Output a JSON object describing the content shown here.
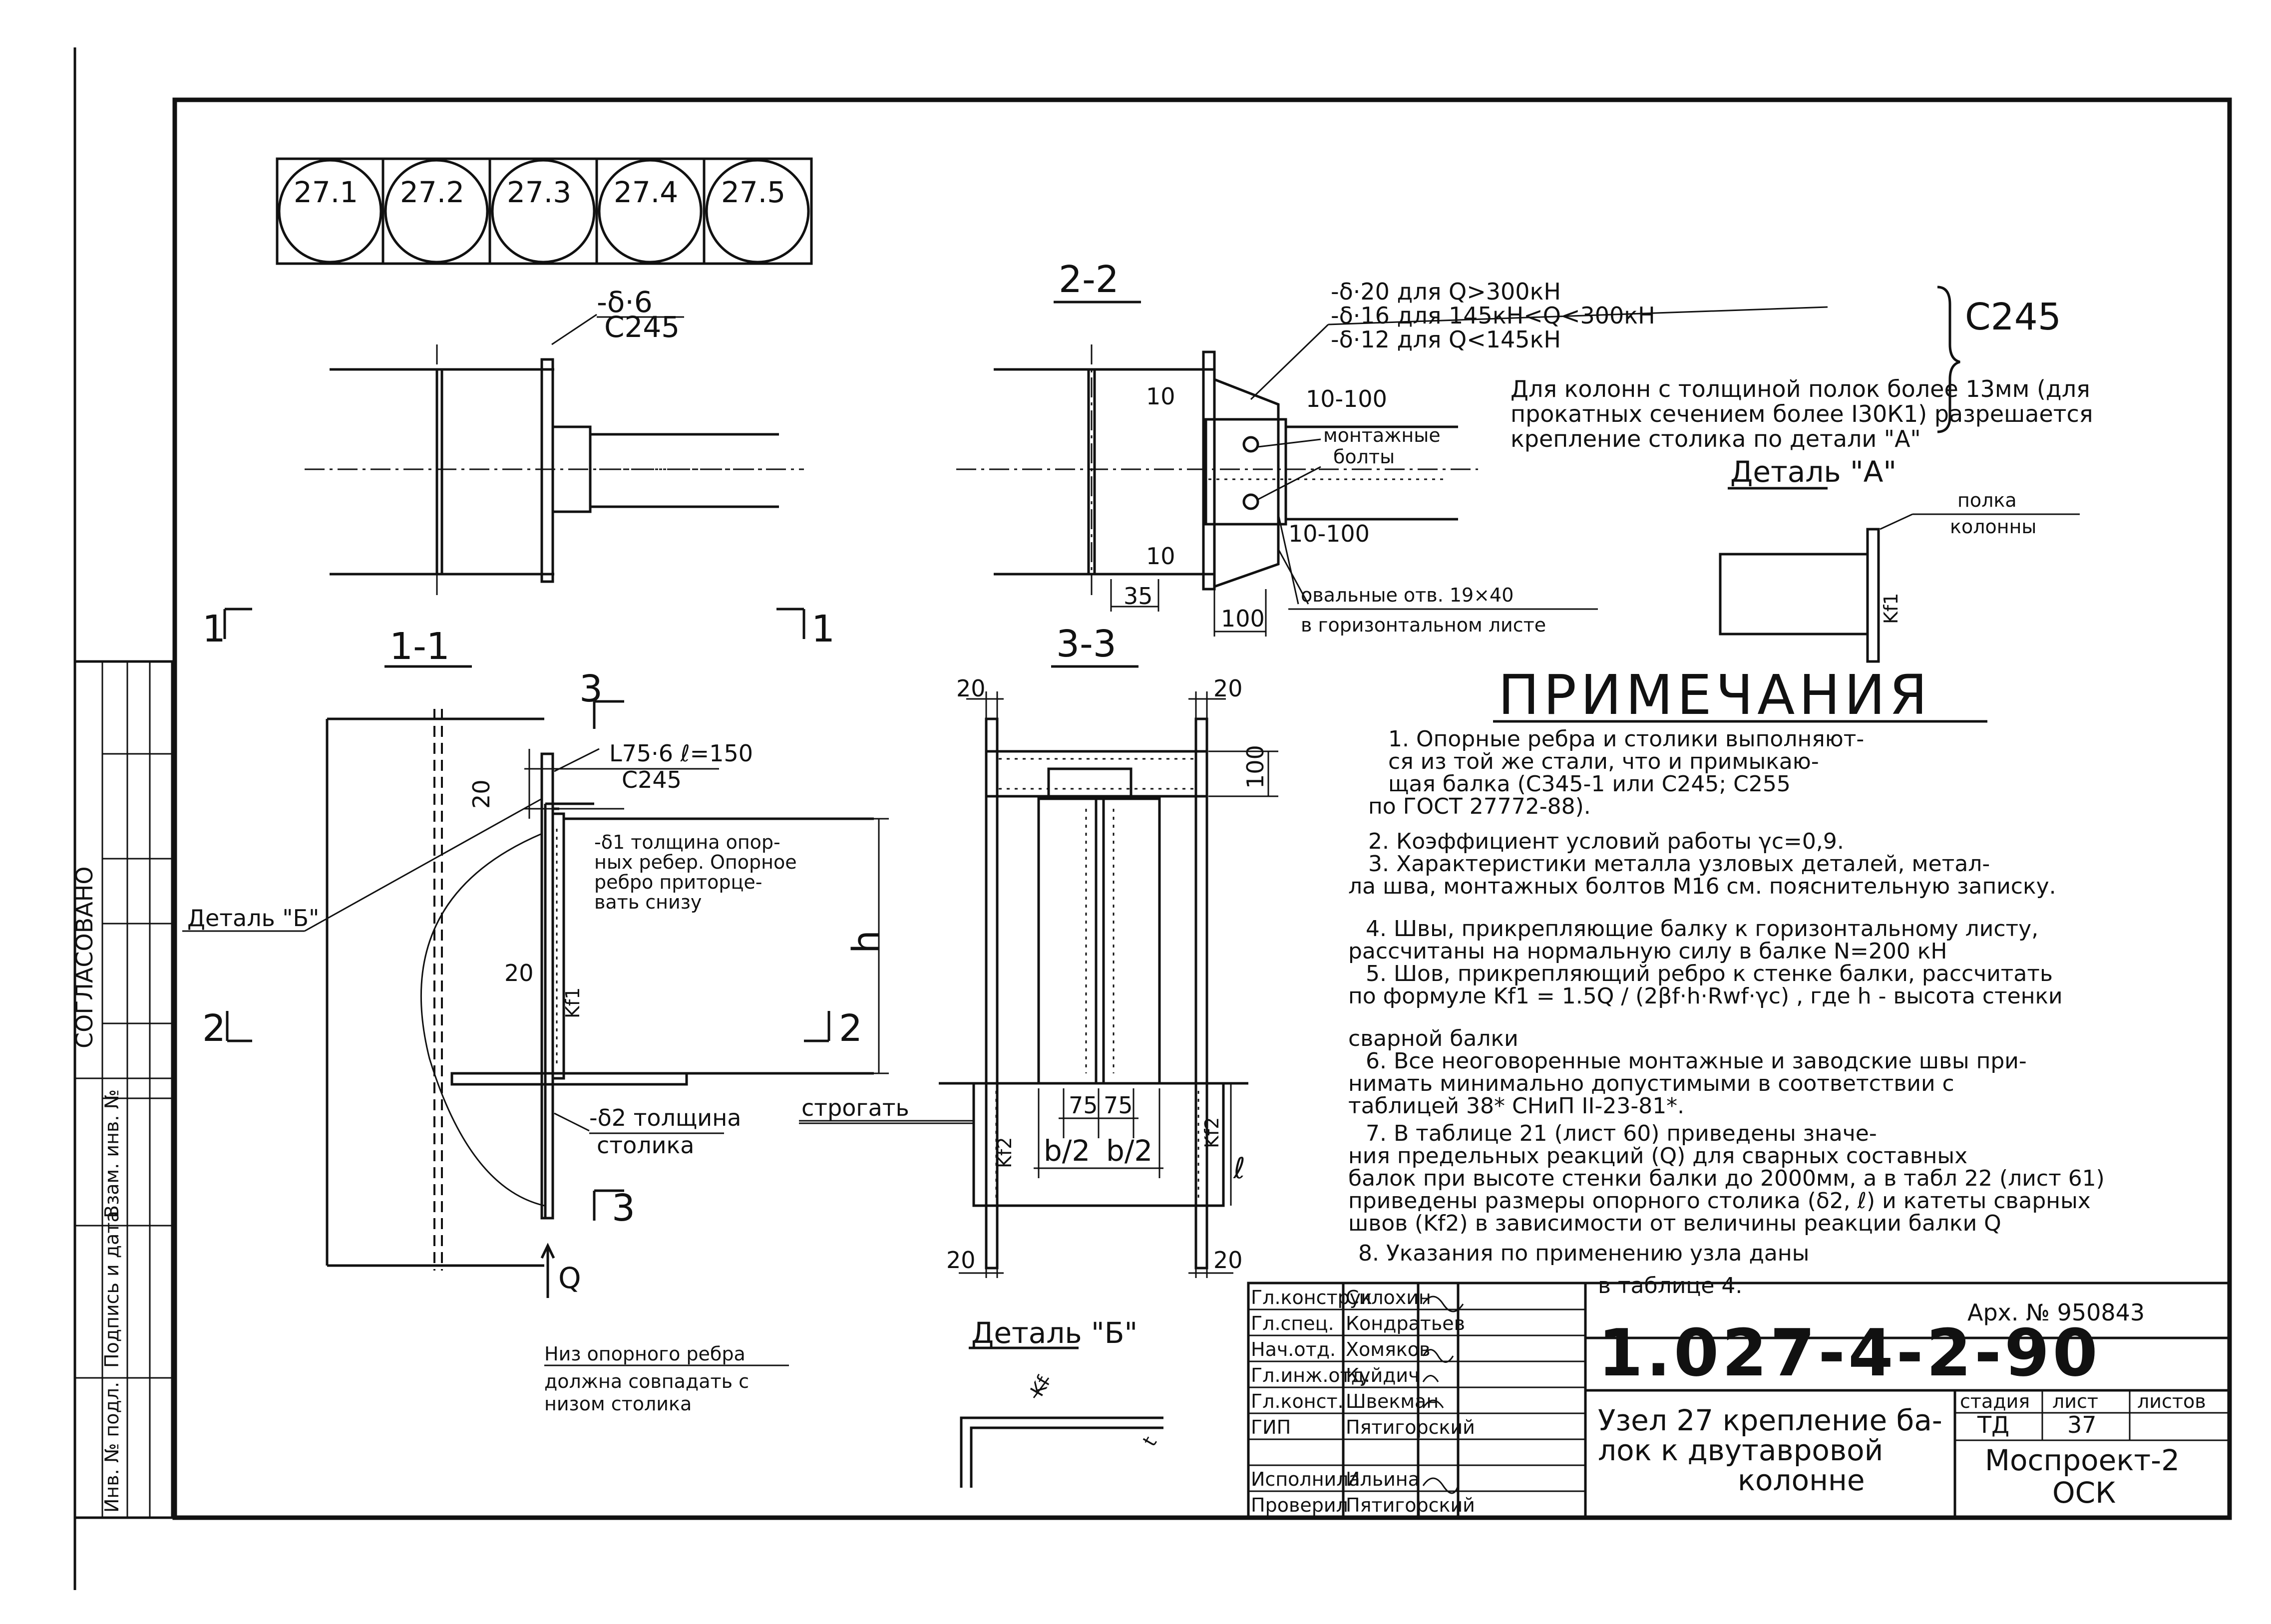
{
  "top_boxes": [
    "27.1",
    "27.2",
    "27.3",
    "27.4",
    "27.5"
  ],
  "view11": {
    "label": "1-1",
    "cut_left": "1",
    "cut_right": "1",
    "plate_1": "-δ·6",
    "plate_2": "С245"
  },
  "view22": {
    "label": "2-2",
    "d1": "-δ·20 для Q>300кН",
    "d2": "-δ·16 для 145кН<Q<300кН",
    "d3": "-δ·12 для Q<145кН",
    "steel": "С245",
    "t10a": "10",
    "t10b": "10",
    "t10_100a": "10-100",
    "t10_100b": "10-100",
    "bolts_1": "монтажные",
    "bolts_2": "болты",
    "oval_1": "овальные отв. 19×40",
    "oval_2": "в горизонтальном листе",
    "dim35": "35",
    "dim100": "100"
  },
  "detailA": {
    "text_1": "Для колонн с толщиной полок более 13мм (для",
    "text_2": "прокатных сечением более I30К1) разрешается",
    "text_3": "крепление столика по детали \"А\"",
    "title": "Деталь \"А\"",
    "flange_1": "полка",
    "flange_2": "колонны",
    "kf": "Kf1"
  },
  "view_main": {
    "cut3_top": "3",
    "cut3_bottom": "3",
    "cut2_left": "2",
    "cut2_right": "2",
    "angle_1": "L75·6 ℓ=150",
    "angle_2": "С245",
    "dim20a": "20",
    "dim20b": "20",
    "delta1_1": "-δ1 толщина опор-",
    "delta1_2": "ных ребер. Опорное",
    "delta1_3": "ребро приторце-",
    "delta1_4": "вать снизу",
    "h": "h",
    "kf1": "Kf1",
    "detail_b": "Деталь \"Б\"",
    "delta2_1": "-δ2 толщина",
    "delta2_2": "столика",
    "q": "Q",
    "note_1": "Низ опорного ребра",
    "note_2": "должна совпадать с",
    "note_3": "низом столика"
  },
  "view33": {
    "label": "3-3",
    "d20a": "20",
    "d20b": "20",
    "d20c": "20",
    "d20d": "20",
    "d100": "100",
    "strogat": "строгать",
    "d75a": "75",
    "d75b": "75",
    "b2a": "b/2",
    "b2b": "b/2",
    "kf2a": "Kf2",
    "kf2b": "Kf2",
    "l": "ℓ"
  },
  "detail_b2": {
    "title": "Деталь \"Б\"",
    "k": "Kf",
    "t": "t"
  },
  "notes": {
    "title": "ПРИМЕЧАНИЯ",
    "n1a": "1. Опорные ребра и столики выполняют-",
    "n1b": "ся из той же стали, что и примыкаю-",
    "n1c": "щая балка (С345-1 или С245; С255",
    "n1d": "по ГОСТ 27772-88).",
    "n2": "2. Коэффициент условий работы γс=0,9.",
    "n3a": "3. Характеристики металла узловых деталей, метал-",
    "n3b": "ла шва, монтажных болтов М16 см. пояснительную записку.",
    "n4a": "4. Швы, прикрепляющие балку к горизонтальному листу,",
    "n4b": "рассчитаны на нормальную силу в балке N=200 кН",
    "n5a": "5. Шов, прикрепляющий ребро к стенке балки, рассчитать",
    "n5b": "по формуле  Kf1 = 1.5Q / (2βf·h·Rwf·γс) , где h - высота стенки",
    "n5c": "сварной балки",
    "n6a": "6. Все неоговоренные монтажные и заводские швы при-",
    "n6b": "нимать минимально допустимыми в соответствии с",
    "n6c": "таблицей 38* СНиП II-23-81*.",
    "n7a": "7. В таблице 21  (лист 60)          приведены значе-",
    "n7b": "ния предельных реакций (Q) для сварных составных",
    "n7c": "балок при высоте стенки балки до 2000мм, а в табл 22 (лист 61)",
    "n7d": "приведены размеры опорного столика (δ2, ℓ) и катеты сварных",
    "n7e": "швов (Kf2)   в зависимости от величины реакции балки Q",
    "n8a": "8. Указания по применению узла даны",
    "n8b": "в таблице 4."
  },
  "stamp": {
    "arch": "Арх. № 950843",
    "code": "1.027-4-2-90",
    "roles": [
      "Гл.конструк",
      "Гл.спец.",
      "Нач.отд.",
      "Гл.инж.отд.",
      "Гл.конст.",
      "ГИП",
      "",
      "Исполнила",
      "Проверил"
    ],
    "names": [
      "Силохин",
      "Кондратьев",
      "Хомяков",
      "Куйдич",
      "Швекман",
      "Пятигорский",
      "",
      "Ильина",
      "Пятигорский"
    ],
    "title_1": "Узел 27 крепление ба-",
    "title_2": "лок к двутавровой",
    "title_3": "колонне",
    "h_stage": "стадия",
    "h_sheet": "лист",
    "h_sheets": "листов",
    "stage": "ТД",
    "sheet": "37",
    "org_1": "Моспроект-2",
    "org_2": "ОСК"
  },
  "left_margin": {
    "agreed": "СОГЛАСОВАНО",
    "inv": "Взам. инв. №",
    "sign": "Подпись и дата",
    "inv_orig": "Инв. № подл."
  }
}
